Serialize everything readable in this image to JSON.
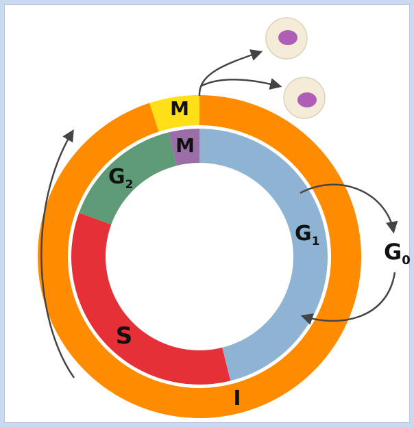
{
  "diagram": {
    "outer_ring": {
      "interphase_label": "I",
      "mitosis_label": "M",
      "interphase_color": "#ff8c00",
      "mitosis_color": "#ffe018"
    },
    "inner_ring": {
      "g1": {
        "label": "G",
        "sub": "1",
        "color": "#8fb3d3"
      },
      "s": {
        "label": "S",
        "color": "#e63038"
      },
      "g2": {
        "label": "G",
        "sub": "2",
        "color": "#5e9a76"
      },
      "m": {
        "label": "M",
        "color": "#9a6ea6"
      }
    },
    "g0": {
      "label": "G",
      "sub": "0"
    },
    "daughter_cells": {
      "count": 2,
      "cell_color": "#f4ecd8",
      "nucleus_color": "#b05db8"
    },
    "arrow_color": "#444444"
  }
}
